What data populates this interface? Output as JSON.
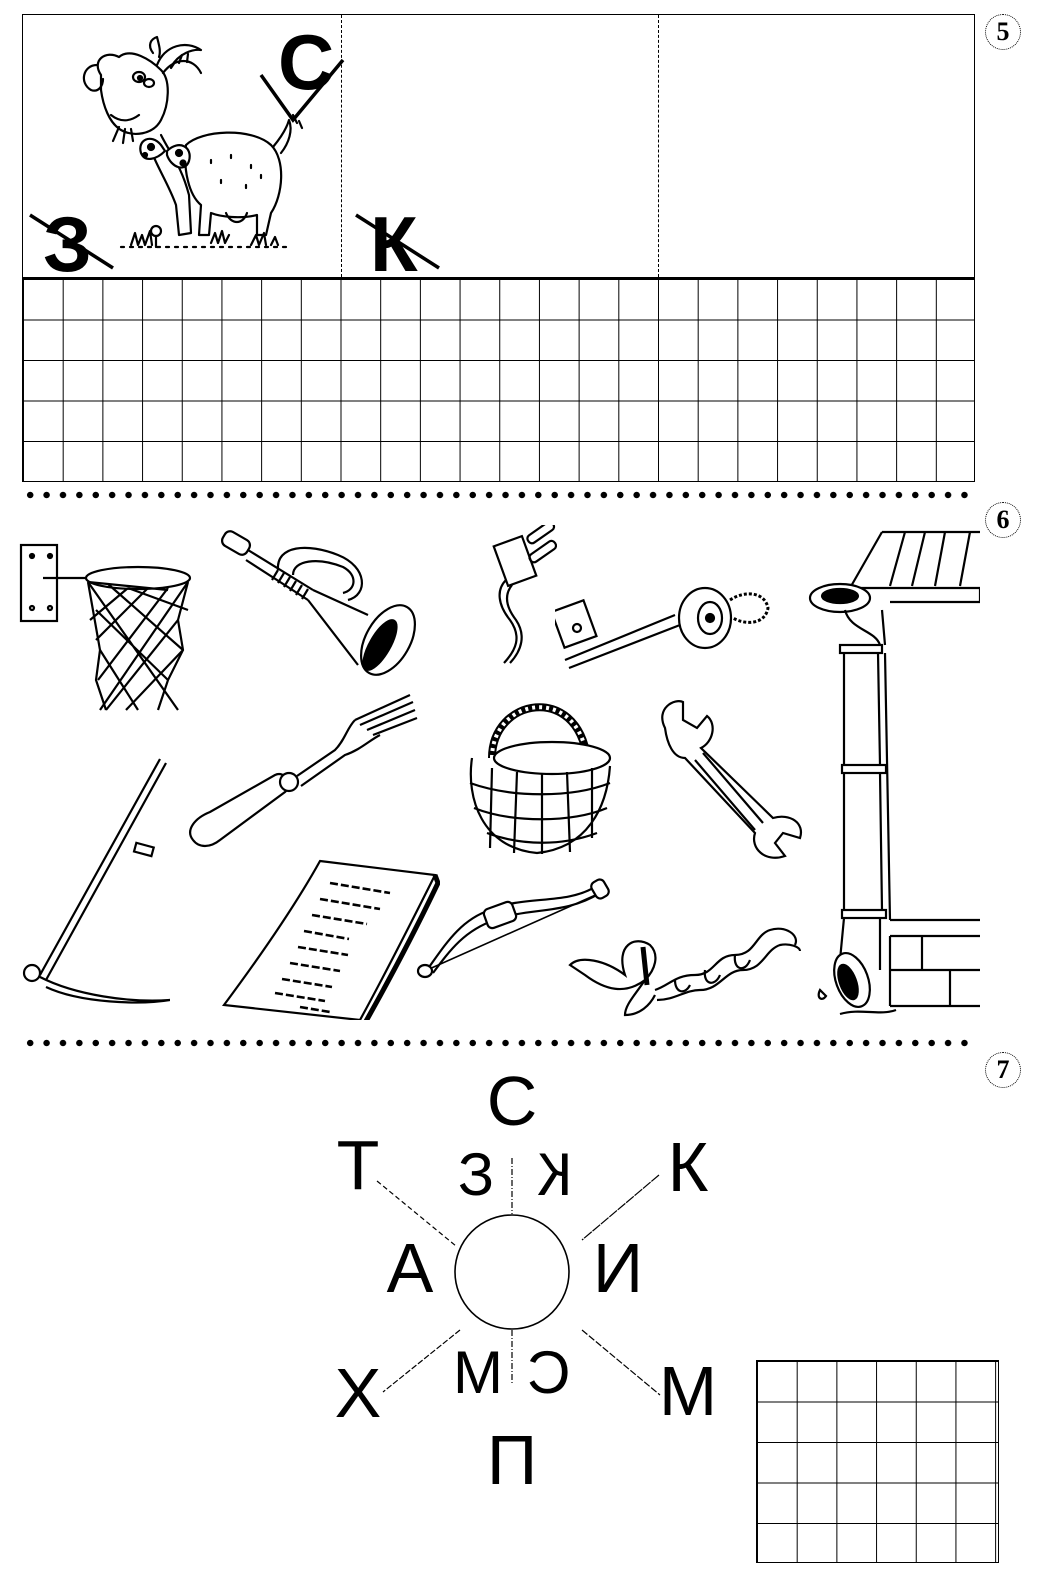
{
  "exercise5": {
    "number": "5",
    "picture": "goat",
    "letters": [
      {
        "char": "С",
        "mark": "check"
      },
      {
        "char": "З",
        "mark": "strike"
      },
      {
        "char": "К",
        "mark": "strike"
      }
    ],
    "grid": {
      "columns": 24,
      "rows": 5
    }
  },
  "exercise6": {
    "number": "6",
    "pictures": [
      "basketball-hoop",
      "horn",
      "plug",
      "key",
      "drainpipe",
      "fork",
      "basket",
      "wrench",
      "scythe",
      "letter",
      "bow",
      "braid"
    ]
  },
  "exercise7": {
    "number": "7",
    "outer_letters": {
      "top": "С",
      "top_left": "Т",
      "top_right": "К",
      "left": "А",
      "right": "И",
      "bottom_left": "Х",
      "bottom_right": "М",
      "bottom": "П"
    },
    "inner_letters": {
      "upper_left": "З",
      "upper_right": "К",
      "lower_left": "М",
      "lower_right": "С"
    },
    "grid": {
      "columns": 6,
      "rows": 5
    }
  }
}
